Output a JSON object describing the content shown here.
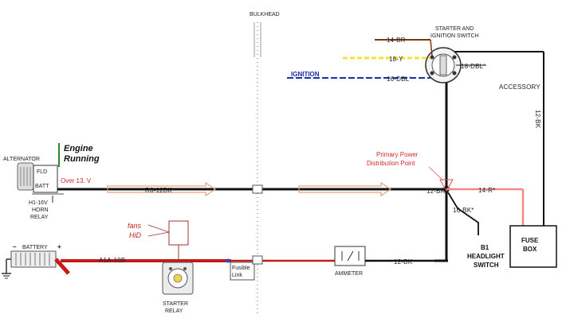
{
  "labels": {
    "bulkhead": "BULKHEAD",
    "starter_switch_line1": "STARTER AND",
    "starter_switch_line2": "IGNITION SWITCH",
    "wire_14br": "14-BR",
    "wire_18y": "18-Y",
    "wire_18dbl": "18-DBL'",
    "ignition": "IGNITION",
    "wire_16dbl": "16-DBL'",
    "accessory": "ACCESSORY",
    "wire_12bk_right": "12-BK",
    "alternator": "ALTERNATOR",
    "fld": "FLD",
    "batt": "BATT",
    "h1_16v": "H1-16V",
    "horn": "HORN",
    "relay": "RELAY",
    "engine_running_1": "Engine",
    "engine_running_2": "Running",
    "over_voltage": "Over 13. V",
    "primary_power_1": "Primary Power",
    "primary_power_2": "Distribution Point",
    "wire_r6_12bk": "R6-12BK",
    "wire_12bk_junction": "12-BK",
    "wire_14r": "14-R*",
    "wire_16bk": "16-BK*",
    "b1": "B1",
    "headlight_1": "HEADLIGHT",
    "headlight_2": "SWITCH",
    "fuse_1": "FUSE",
    "fuse_2": "BOX",
    "fans": "fans",
    "hid": "HiD",
    "battery": "BATTERY",
    "minus": "–",
    "plus": "+",
    "wire_a1a": "A1A-10B",
    "fusible_1": "Fusible",
    "fusible_2": "Link",
    "ammeter": "AMMETER",
    "wire_12bk_bottom": "12-BK",
    "starter_relay_1": "STARTER",
    "starter_relay_2": "RELAY"
  },
  "colors": {
    "black_wire": "#111111",
    "red_wire": "#c41a1a",
    "pink_wire": "#f08a8a",
    "blue_wire": "#1a2ea8",
    "yellow_wire": "#f2e23a",
    "brown_wire": "#7a3b12",
    "flow_arrow": "#f0a070"
  }
}
